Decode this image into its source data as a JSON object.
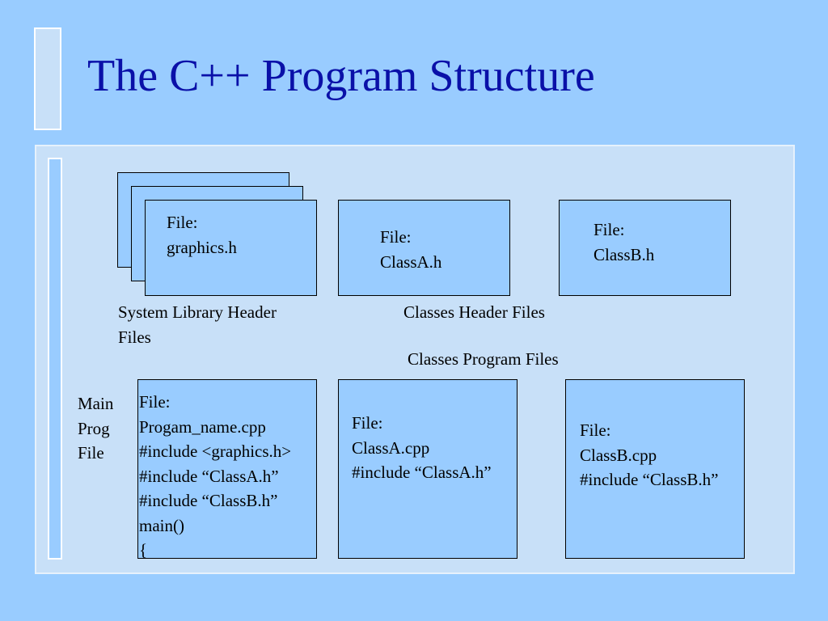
{
  "title": "The C++ Program Structure",
  "colors": {
    "background": "#99ccff",
    "panel": "#c8e0f8",
    "title": "#0a10a8",
    "box": "#99ccff"
  },
  "boxes": {
    "graphics_h": [
      "File:",
      "graphics.h"
    ],
    "classa_h": [
      "File:",
      "ClassA.h"
    ],
    "classb_h": [
      "File:",
      "ClassB.h"
    ],
    "main_cpp": [
      "File:",
      "Progam_name.cpp",
      "#include <graphics.h>",
      "#include “ClassA.h”",
      "#include “ClassB.h”",
      "main()",
      "{"
    ],
    "classa_cpp": [
      "File:",
      "ClassA.cpp",
      "#include “ClassA.h”"
    ],
    "classb_cpp": [
      "File:",
      "ClassB.cpp",
      "#include “ClassB.h”"
    ]
  },
  "labels": {
    "system_library": [
      "System Library Header",
      "Files"
    ],
    "classes_header": "Classes Header Files",
    "classes_program": "Classes Program Files",
    "main_prog": [
      "Main",
      "Prog",
      "File"
    ]
  }
}
